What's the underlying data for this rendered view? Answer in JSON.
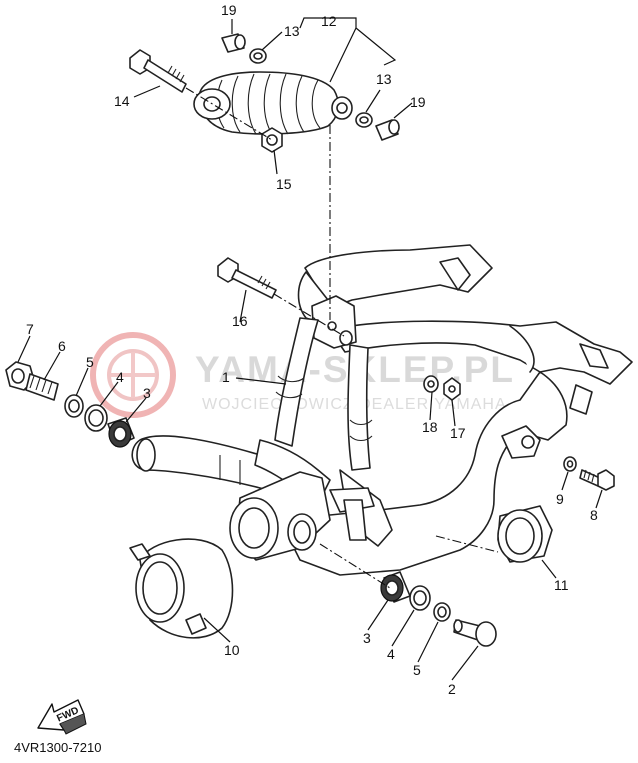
{
  "diagram": {
    "catalog_code": "4VR1300-7210",
    "fwd_label": "FWD",
    "watermark": {
      "main": "YAMA-SKLEP.PL",
      "sub": "WOJCIECHOWICZ DEALER YAMAHA",
      "logo_color": "#e9a0a0"
    },
    "callouts": {
      "c1": "1",
      "c2": "2",
      "c3a": "3",
      "c3b": "3",
      "c4a": "4",
      "c4b": "4",
      "c5a": "5",
      "c5b": "5",
      "c6": "6",
      "c7": "7",
      "c8": "8",
      "c9": "9",
      "c10": "10",
      "c11": "11",
      "c12": "12",
      "c13a": "13",
      "c13b": "13",
      "c14": "14",
      "c15": "15",
      "c16": "16",
      "c17": "17",
      "c18": "18",
      "c19a": "19",
      "c19b": "19"
    }
  }
}
